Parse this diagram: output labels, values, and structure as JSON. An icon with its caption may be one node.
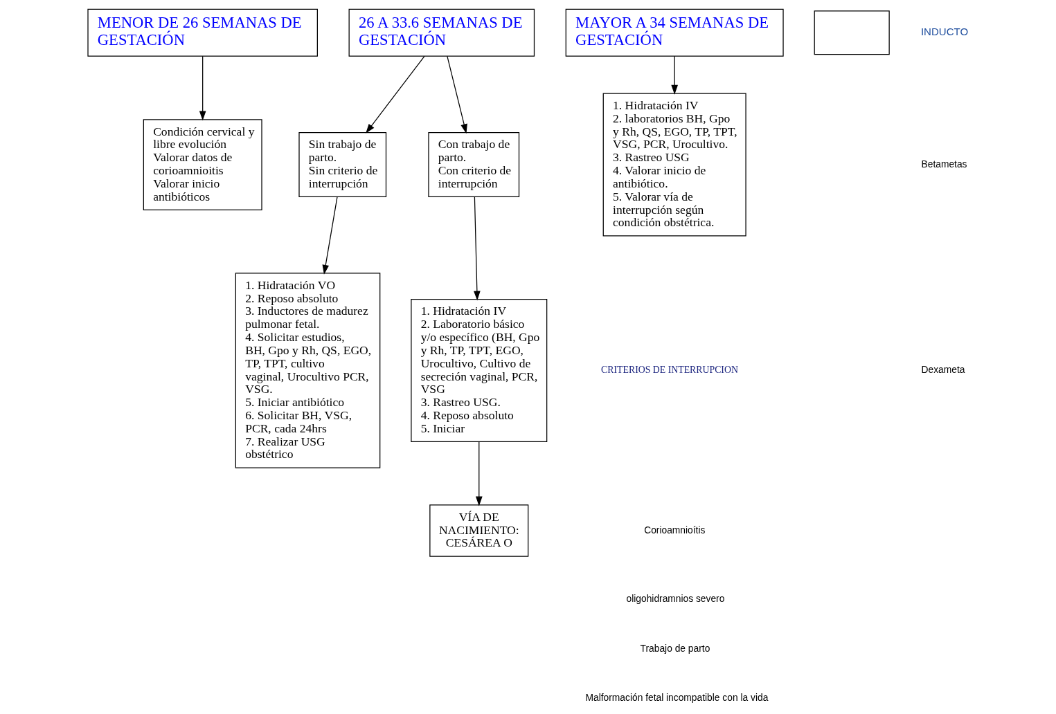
{
  "diagram": {
    "nodes": [
      {
        "text": [
          "MENOR DE 26 SEMANAS DE GESTACIÓN"
        ]
      },
      {
        "text": [
          "26 A 33.6 SEMANAS DE GESTACIÓN"
        ]
      },
      {
        "text": [
          "MAYOR A 34 SEMANAS DE GESTACIÓN"
        ]
      },
      {
        "text": [],
        "shape": "box"
      },
      {
        "text": [
          "Sin trabajo de parto.",
          "Sin criterio de interrupción"
        ]
      },
      {
        "text": [
          "Con trabajo de parto.",
          "Con criterio de interrupción"
        ]
      },
      {
        "text": [
          "1. Hidratación IV",
          "2. laboratorios BH, Gpo y Rh, QS, EGO, TP, TPT, VSG, PCR, Urocultivo.",
          "3. Rastreo USG",
          "4. Valorar inicio de antibiótico.",
          "5. Valorar vía de interrupción según condición obstétrica."
        ]
      },
      {
        "text": [
          "Condición cervical y libre evolución",
          "Valorar datos de corioamnioitis",
          "Valorar inicio antibióticos"
        ]
      },
      {
        "text": [
          "1. Hidratación IV",
          "2. Laboratorio básico y/o específico (BH, Gpo y Rh, TP, TPT, EGO, Urocultivo, Cultivo de secreción vaginal, PCR, VSG",
          "3. Rastreo USG.",
          "4. Reposo absoluto",
          "5. Iniciar"
        ]
      },
      {
        "text": [
          "1. Hidratación VO",
          "2. Reposo absoluto",
          "3. Inductores de madurez pulmonar fetal.",
          "4. Solicitar estudios, BH, Gpo y Rh, QS, EGO, TP, TPT, cultivo vaginal, Urocultivo PCR, VSG.",
          "5. Iniciar antibiótico",
          "6. Solicitar BH, VSG, PCR, cada 24hrs",
          "7. Realizar USG obstétrico"
        ]
      },
      {
        "text": [
          "VÍA DE NACIMIENTO: CESÁREA O"
        ]
      }
    ],
    "edges": [
      {
        "from": 0,
        "to": 7,
        "arrow": "to"
      },
      {
        "from": 1,
        "to": 4,
        "arrow": "to"
      },
      {
        "from": 1,
        "to": 5,
        "arrow": "to"
      },
      {
        "from": 2,
        "to": 6,
        "arrow": "to"
      },
      {
        "from": 4,
        "to": 9,
        "arrow": "to"
      },
      {
        "from": 5,
        "to": 8,
        "arrow": "to"
      },
      {
        "from": 8,
        "to": 10,
        "arrow": "to"
      }
    ],
    "labels": [
      "CRITERIOS DE INTERRUPCION",
      "Corioamnioítis",
      "oligohidramnios severo",
      "Trabajo de parto",
      "Malformación fetal incompatible con la vida",
      "INDUCTO",
      "Betametas",
      "Dexameta"
    ]
  }
}
